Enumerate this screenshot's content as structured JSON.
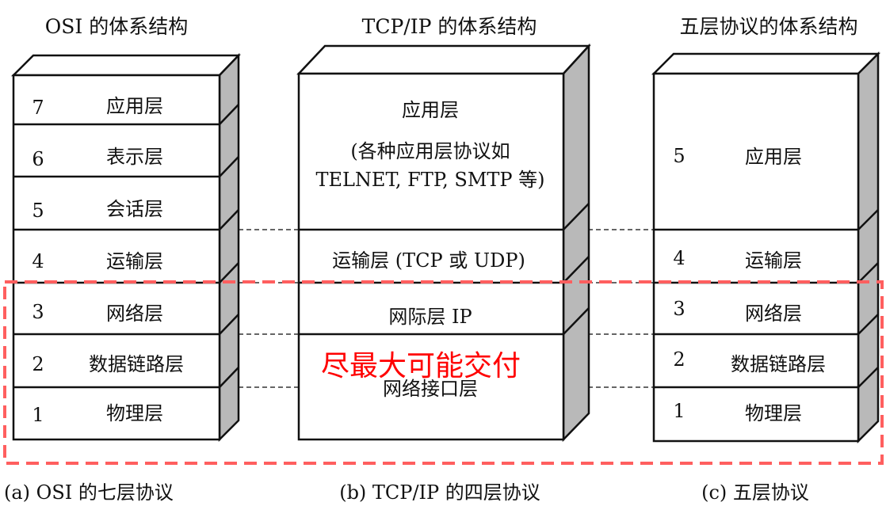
{
  "titles": {
    "osi": "OSI 的体系结构",
    "tcpip": "TCP/IP 的体系结构",
    "five": "五层协议的体系结构"
  },
  "osi_layers": [
    {
      "num": "7",
      "name": "应用层"
    },
    {
      "num": "6",
      "name": "表示层"
    },
    {
      "num": "5",
      "name": "会话层"
    },
    {
      "num": "4",
      "name": "运输层"
    },
    {
      "num": "3",
      "name": "网络层"
    },
    {
      "num": "2",
      "name": "数据链路层"
    },
    {
      "num": "1",
      "name": "物理层"
    }
  ],
  "tcpip_layers": {
    "application": "应用层",
    "application_note1": "(各种应用层协议如",
    "application_note2": "TELNET, FTP, SMTP 等)",
    "transport": "运输层 (TCP 或 UDP)",
    "internet": "网际层 IP",
    "network_interface": "网络接口层"
  },
  "five_layers": [
    {
      "num": "5",
      "name": "应用层"
    },
    {
      "num": "4",
      "name": "运输层"
    },
    {
      "num": "3",
      "name": "网络层"
    },
    {
      "num": "2",
      "name": "数据链路层"
    },
    {
      "num": "1",
      "name": "物理层"
    }
  ],
  "annotation": {
    "text": "尽最大可能交付",
    "color": "#ff0000",
    "box_color": "#ff5f5f"
  },
  "captions": {
    "a": "(a) OSI 的七层协议",
    "b": "(b) TCP/IP 的四层协议",
    "c": "(c)  五层协议"
  }
}
